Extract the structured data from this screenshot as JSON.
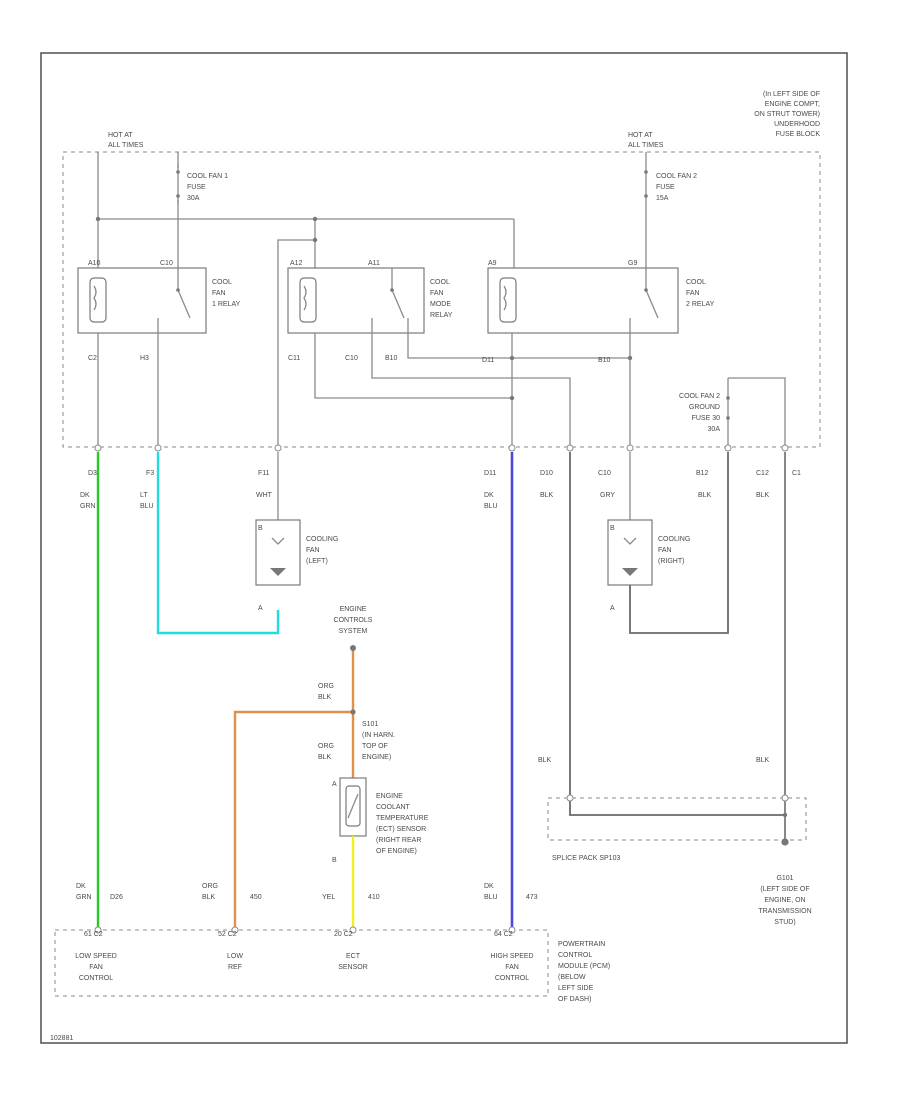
{
  "colors": {
    "dk_grn": "#22cc22",
    "lt_blu": "#22dddd",
    "dk_blu": "#4a4ad8",
    "org_blk": "#e0904a",
    "yel": "#f0f020",
    "blk": "#6a6a6a",
    "line": "#8a8a8a"
  },
  "labels": {
    "underhood_location": [
      "(In LEFT SIDE OF",
      "ENGINE COMPT,",
      "ON STRUT TOWER)",
      "UNDERHOOD",
      "FUSE BLOCK"
    ],
    "hot_left": [
      "HOT AT",
      "ALL TIMES"
    ],
    "hot_right": [
      "HOT AT",
      "ALL TIMES"
    ],
    "fuse1": [
      "COOL FAN 1",
      "FUSE",
      "30A"
    ],
    "fuse2": [
      "COOL FAN 2",
      "FUSE",
      "15A"
    ],
    "relay1": [
      "COOL",
      "FAN",
      "1 RELAY"
    ],
    "relay_mode": [
      "COOL",
      "FAN",
      "MODE",
      "RELAY"
    ],
    "relay2": [
      "COOL",
      "FAN",
      "2 RELAY"
    ],
    "relay1_pins": [
      "A10",
      "C10",
      "C2",
      "H3"
    ],
    "relay_mode_pins": [
      "A12",
      "A11",
      "C11",
      "C10",
      "B10"
    ],
    "relay2_pins": [
      "A9",
      "G9",
      "D11",
      "B10"
    ],
    "ground_fuse": [
      "COOL FAN 2",
      "GROUND",
      "FUSE 30",
      "30A"
    ],
    "conn_top": [
      "D3",
      "F3",
      "F11",
      "D11",
      "D10",
      "C10",
      "B12",
      "C12",
      "C1"
    ],
    "wire_colors": [
      [
        "DK",
        "GRN"
      ],
      [
        "LT",
        "BLU"
      ],
      [
        "WHT"
      ],
      [
        "DK",
        "BLU"
      ],
      [
        "BLK"
      ],
      [
        "GRY"
      ],
      [
        "BLK"
      ],
      [
        "BLK"
      ]
    ],
    "fan_left": [
      "COOLING",
      "FAN",
      "(LEFT)"
    ],
    "fan_right": [
      "COOLING",
      "FAN",
      "(RIGHT)"
    ],
    "fan_left_pins": [
      "B",
      "A"
    ],
    "fan_right_pins": [
      "B",
      "A"
    ],
    "engine_controls": [
      "ENGINE",
      "CONTROLS",
      "SYSTEM"
    ],
    "org_blk_1": [
      "ORG",
      "BLK"
    ],
    "org_blk_2": [
      "ORG",
      "BLK"
    ],
    "splice_s101": [
      "S101",
      "(IN HARN.",
      "TOP OF",
      "ENGINE)"
    ],
    "ect_sensor_label": [
      "ENGINE",
      "COOLANT",
      "TEMPERATURE",
      "(ECT) SENSOR",
      "(RIGHT REAR",
      "OF ENGINE)"
    ],
    "ect_pins": [
      "A",
      "B"
    ],
    "blk_left": "BLK",
    "blk_right": "BLK",
    "splice_pack": "SPLICE PACK SP103",
    "ground_g101": [
      "G101",
      "(LEFT SIDE OF",
      "ENGINE, ON",
      "TRANSMISSION",
      "STUD)"
    ],
    "pcm_wires": [
      {
        "color": [
          "DK",
          "GRN"
        ],
        "pin": "D26"
      },
      {
        "color": [
          "ORG",
          "BLK"
        ],
        "pin": "450"
      },
      {
        "color": [
          "YEL"
        ],
        "pin": "410"
      },
      {
        "color": [
          "DK",
          "BLU"
        ],
        "pin": "473"
      }
    ],
    "pcm_pins": [
      "61  C2",
      "52  C2",
      "20  C2",
      "64  C2"
    ],
    "pcm_functions": [
      [
        "LOW SPEED",
        "FAN",
        "CONTROL"
      ],
      [
        "LOW",
        "REF"
      ],
      [
        "ECT",
        "SENSOR"
      ],
      [
        "HIGH SPEED",
        "FAN",
        "CONTROL"
      ]
    ],
    "pcm_label": [
      "POWERTRAIN",
      "CONTROL",
      "MODULE (PCM)",
      "(BELOW",
      "LEFT SIDE",
      "OF DASH)"
    ],
    "footer_code": "102881"
  }
}
